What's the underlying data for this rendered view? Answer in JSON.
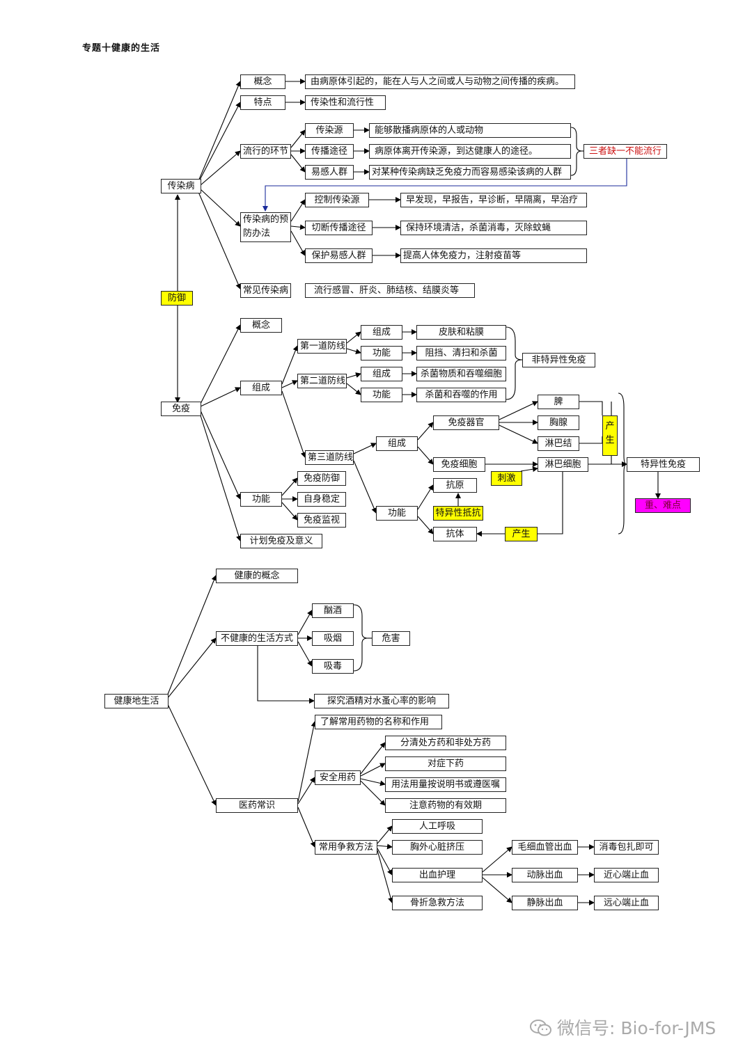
{
  "header": "专题十健康的生活",
  "defense": {
    "root": "防御",
    "infectious": {
      "label": "传染病",
      "concept": "概念",
      "concept_text": "由病原体引起的，能在人与人之间或人与动物之间传播的疾病。",
      "features": "特点",
      "features_text": "传染性和流行性",
      "links": "流行的环节",
      "source": "传染源",
      "source_text": "能够散播病原体的人或动物",
      "route": "传播途径",
      "route_text": "病原体离开传染源，到达健康人的途径。",
      "susceptible": "易感人群",
      "susceptible_text": "对某种传染病缺乏免疫力而容易感染该病的人群",
      "three": "三者缺一不能流行",
      "prevention": "传染病的预防办法",
      "control": "控制传染源",
      "control_text": "早发现，早报告，早诊断，早隔离，早治疗",
      "cut": "切断传播途径",
      "cut_text": "保持环境清洁，杀菌消毒，灭除蚊蝇",
      "protect": "保护易感人群",
      "protect_text": "提高人体免疫力，注射疫苗等",
      "common": "常见传染病",
      "common_text": "流行感冒、肝炎、肺结核、结膜炎等"
    },
    "immunity": {
      "label": "免疫",
      "concept": "概念",
      "composition": "组成",
      "first_line": "第一道防线",
      "second_line": "第二道防线",
      "third_line": "第三道防线",
      "comp": "组成",
      "func": "功能",
      "skin": "皮肤和粘膜",
      "block": "阻挡、清扫和杀菌",
      "bactericidal": "杀菌物质和吞噬细胞",
      "kill": "杀菌和吞噬的作用",
      "nonspecific": "非特异性免疫",
      "organ": "免疫器官",
      "cell": "免疫细胞",
      "spleen": "脾",
      "thymus": "胸腺",
      "lymph_node": "淋巴结",
      "lymphocyte": "淋巴细胞",
      "produce": "产生",
      "antigen": "抗原",
      "stimulate": "刺激",
      "specific_resist": "特异性抵抗",
      "antibody": "抗体",
      "produce2": "产生",
      "specific": "特异性免疫",
      "key": "重、难点",
      "function": "功能",
      "f1": "免疫防御",
      "f2": "自身稳定",
      "f3": "免疫监视",
      "plan": "计划免疫及意义"
    }
  },
  "health": {
    "root": "健康地生活",
    "concept": "健康的概念",
    "unhealthy": "不健康的生活方式",
    "drink": "酗酒",
    "smoke": "吸烟",
    "drug": "吸毒",
    "harm": "危害",
    "explore": "探究酒精对水蚤心率的影响",
    "medical": "医药常识",
    "know": "了解常用药物的名称和作用",
    "safe": "安全用药",
    "s1": "分清处方药和非处方药",
    "s2": "对症下药",
    "s3": "用法用量按说明书或遵医嘱",
    "s4": "注意药物的有效期",
    "firstaid": "常用争救方法",
    "cpr": "人工呼吸",
    "chest": "胸外心脏挤压",
    "bleeding": "出血护理",
    "fracture": "骨折急救方法",
    "capillary": "毛细血管出血",
    "artery": "动脉出血",
    "vein": "静脉出血",
    "b1": "消毒包扎即可",
    "b2": "近心端止血",
    "b3": "远心端止血"
  },
  "watermark": "微信号: Bio-for-JMS"
}
